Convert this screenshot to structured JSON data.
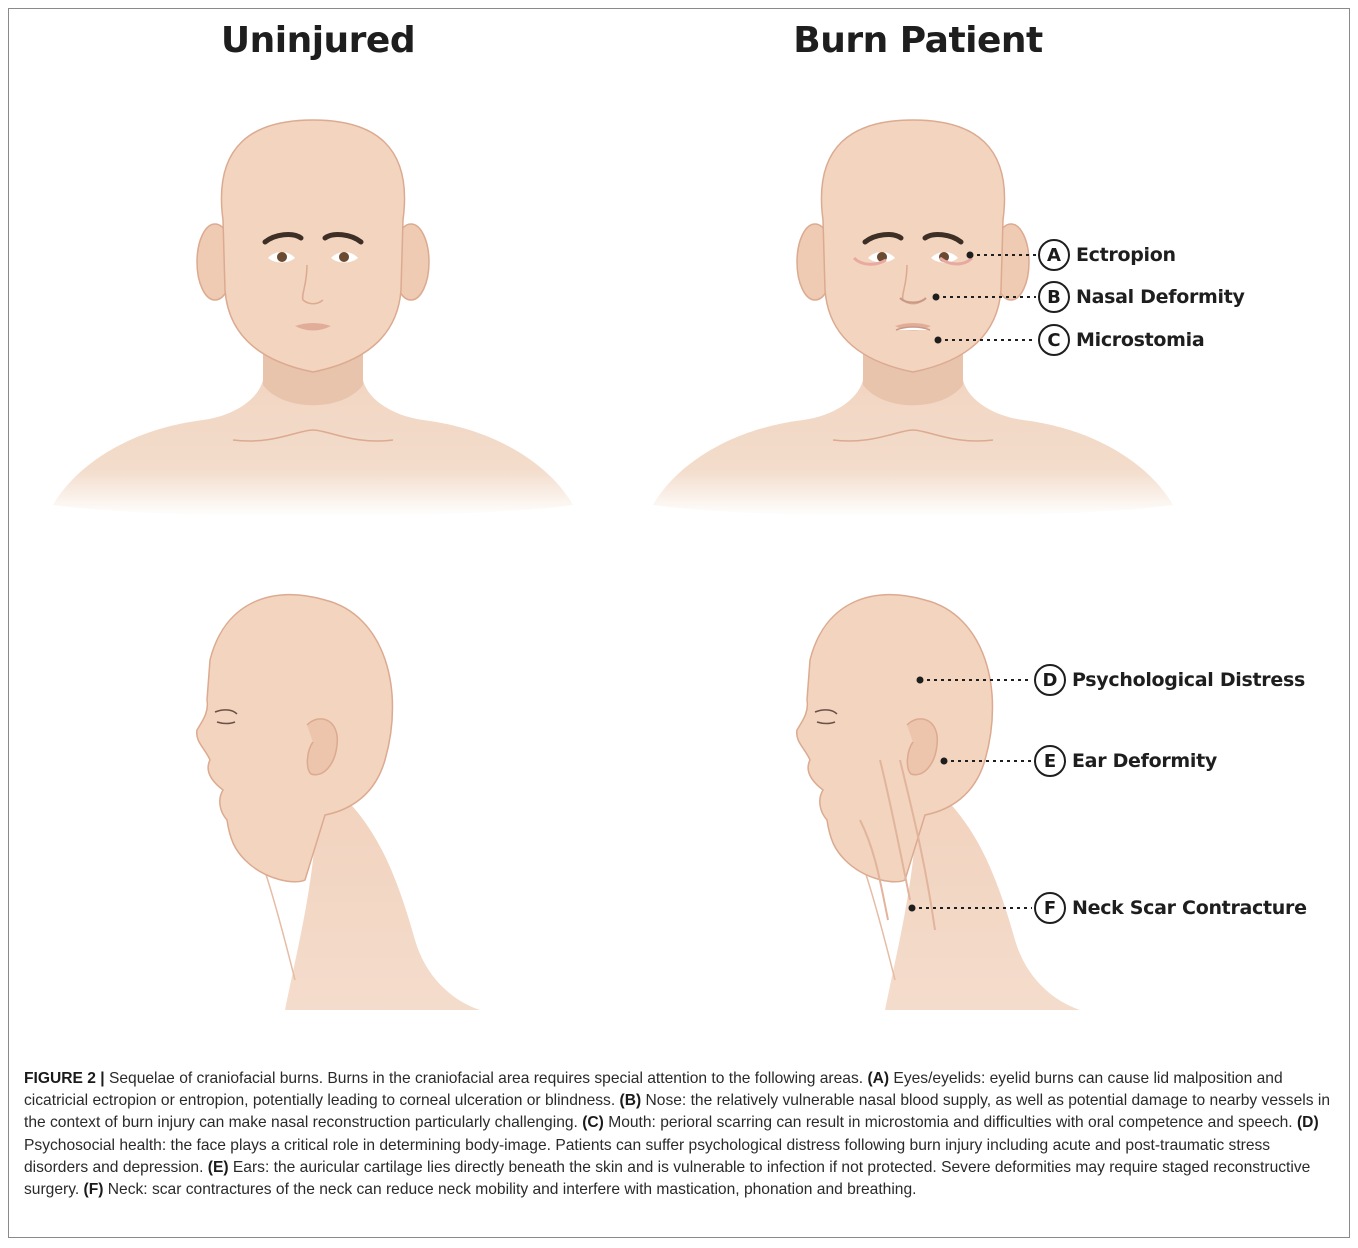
{
  "titles": {
    "left": "Uninjured",
    "right": "Burn Patient"
  },
  "callouts": [
    {
      "letter": "A",
      "text": "Ectropion"
    },
    {
      "letter": "B",
      "text": "Nasal Deformity"
    },
    {
      "letter": "C",
      "text": "Microstomia"
    },
    {
      "letter": "D",
      "text": "Psychological Distress"
    },
    {
      "letter": "E",
      "text": "Ear Deformity"
    },
    {
      "letter": "F",
      "text": "Neck Scar Contracture"
    }
  ],
  "caption": {
    "figure_label": "FIGURE 2 |",
    "intro": " Sequelae of craniofacial burns. Burns in the craniofacial area requires special attention to the following areas. ",
    "items": [
      {
        "key": "(A)",
        "text": " Eyes/eyelids: eyelid burns can cause lid malposition and cicatricial ectropion or entropion, potentially leading to corneal ulceration or blindness. "
      },
      {
        "key": "(B)",
        "text": " Nose: the relatively vulnerable nasal blood supply, as well as potential damage to nearby vessels in the context of burn injury can make nasal reconstruction particularly challenging. "
      },
      {
        "key": "(C)",
        "text": " Mouth: perioral scarring can result in microstomia and difficulties with oral competence and speech. "
      },
      {
        "key": "(D)",
        "text": " Psychosocial health: the face plays a critical role in determining body-image. Patients can suffer psychological distress following burn injury including acute and post-traumatic stress disorders and depression. "
      },
      {
        "key": "(E)",
        "text": " Ears: the auricular cartilage lies directly beneath the skin and is vulnerable to infection if not protected. Severe deformities may require staged reconstructive surgery. "
      },
      {
        "key": "(F)",
        "text": " Neck: scar contractures of the neck can reduce neck mobility and interfere with mastication, phonation and breathing."
      }
    ]
  },
  "colors": {
    "skin": "#f1d2bd",
    "skin_shadow": "#e6bca5",
    "outline": "#dcaa90",
    "brow": "#3d2e26",
    "iris": "#6b4a32",
    "scar": "#e8a9a0"
  }
}
